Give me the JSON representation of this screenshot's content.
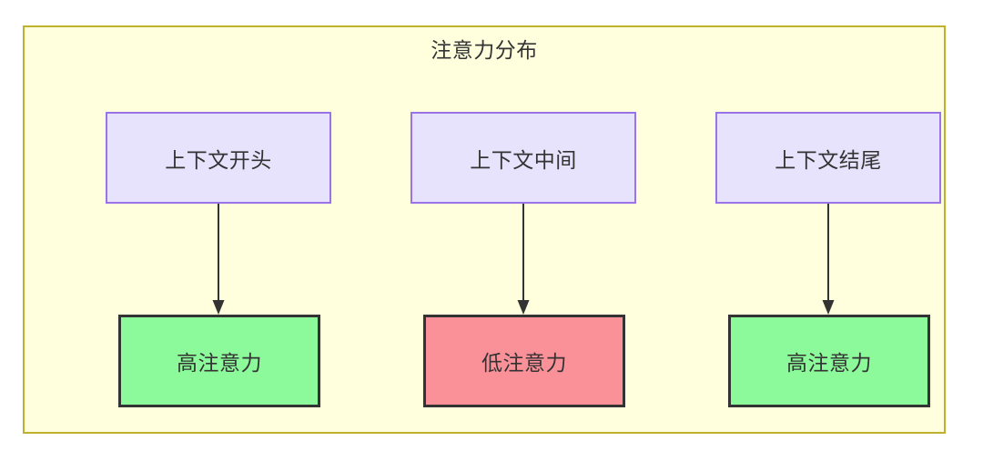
{
  "diagram": {
    "type": "flowchart",
    "title": "注意力分布",
    "colors": {
      "container_fill": "#ffffdd",
      "container_border": "#bfb130",
      "context_fill": "#e8e3fd",
      "context_border": "#9a73e8",
      "high_attention_fill": "#8cfa9a",
      "low_attention_fill": "#fb9198",
      "result_border": "#333333",
      "edge": "#333333",
      "text": "#333333"
    },
    "context_nodes": [
      {
        "id": "ctx-start",
        "label": "上下文开头"
      },
      {
        "id": "ctx-middle",
        "label": "上下文中间"
      },
      {
        "id": "ctx-end",
        "label": "上下文结尾"
      }
    ],
    "result_nodes": [
      {
        "id": "result-start",
        "label": "高注意力",
        "level": "high"
      },
      {
        "id": "result-middle",
        "label": "低注意力",
        "level": "low"
      },
      {
        "id": "result-end",
        "label": "高注意力",
        "level": "high"
      }
    ],
    "edges": [
      {
        "from": "ctx-start",
        "to": "result-start",
        "label": ""
      },
      {
        "from": "ctx-middle",
        "to": "result-middle",
        "label": ""
      },
      {
        "from": "ctx-end",
        "to": "result-end",
        "label": ""
      }
    ]
  }
}
